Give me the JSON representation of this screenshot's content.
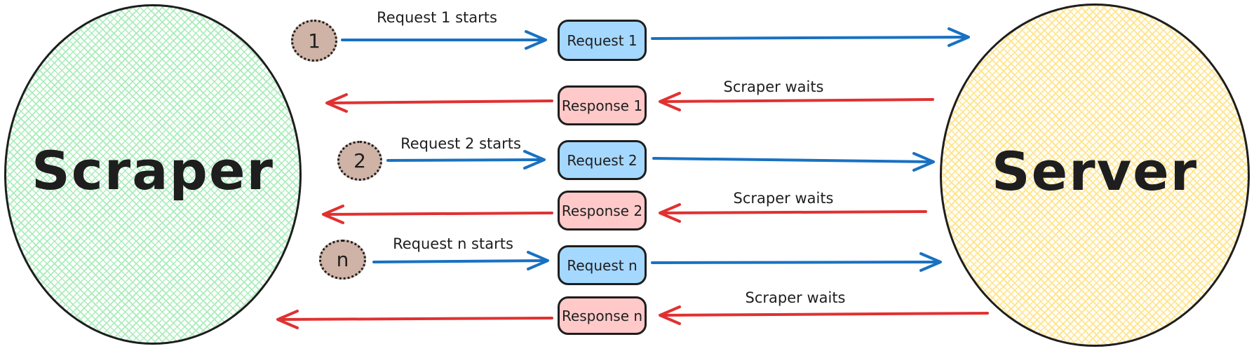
{
  "nodes": {
    "scraper_label": "Scraper",
    "server_label": "Server"
  },
  "steps": [
    {
      "badge": "1",
      "start_label": "Request 1 starts",
      "request_box_label": "Request 1",
      "wait_label": "Scraper waits",
      "response_box_label": "Response 1"
    },
    {
      "badge": "2",
      "start_label": "Request 2 starts",
      "request_box_label": "Request 2",
      "wait_label": "Scraper waits",
      "response_box_label": "Response 2"
    },
    {
      "badge": "n",
      "start_label": "Request n starts",
      "request_box_label": "Request n",
      "wait_label": "Scraper waits",
      "response_box_label": "Response n"
    }
  ],
  "colors": {
    "stroke": "#1e1e1e",
    "request_fill": "#a5d8ff",
    "response_fill": "#ffc9c9",
    "scraper_hatch": "#a9ecba",
    "server_hatch": "#ffe38a",
    "badge_fill": "#cfb3a6",
    "arrow_blue": "#1971c2",
    "arrow_red": "#e03131"
  }
}
